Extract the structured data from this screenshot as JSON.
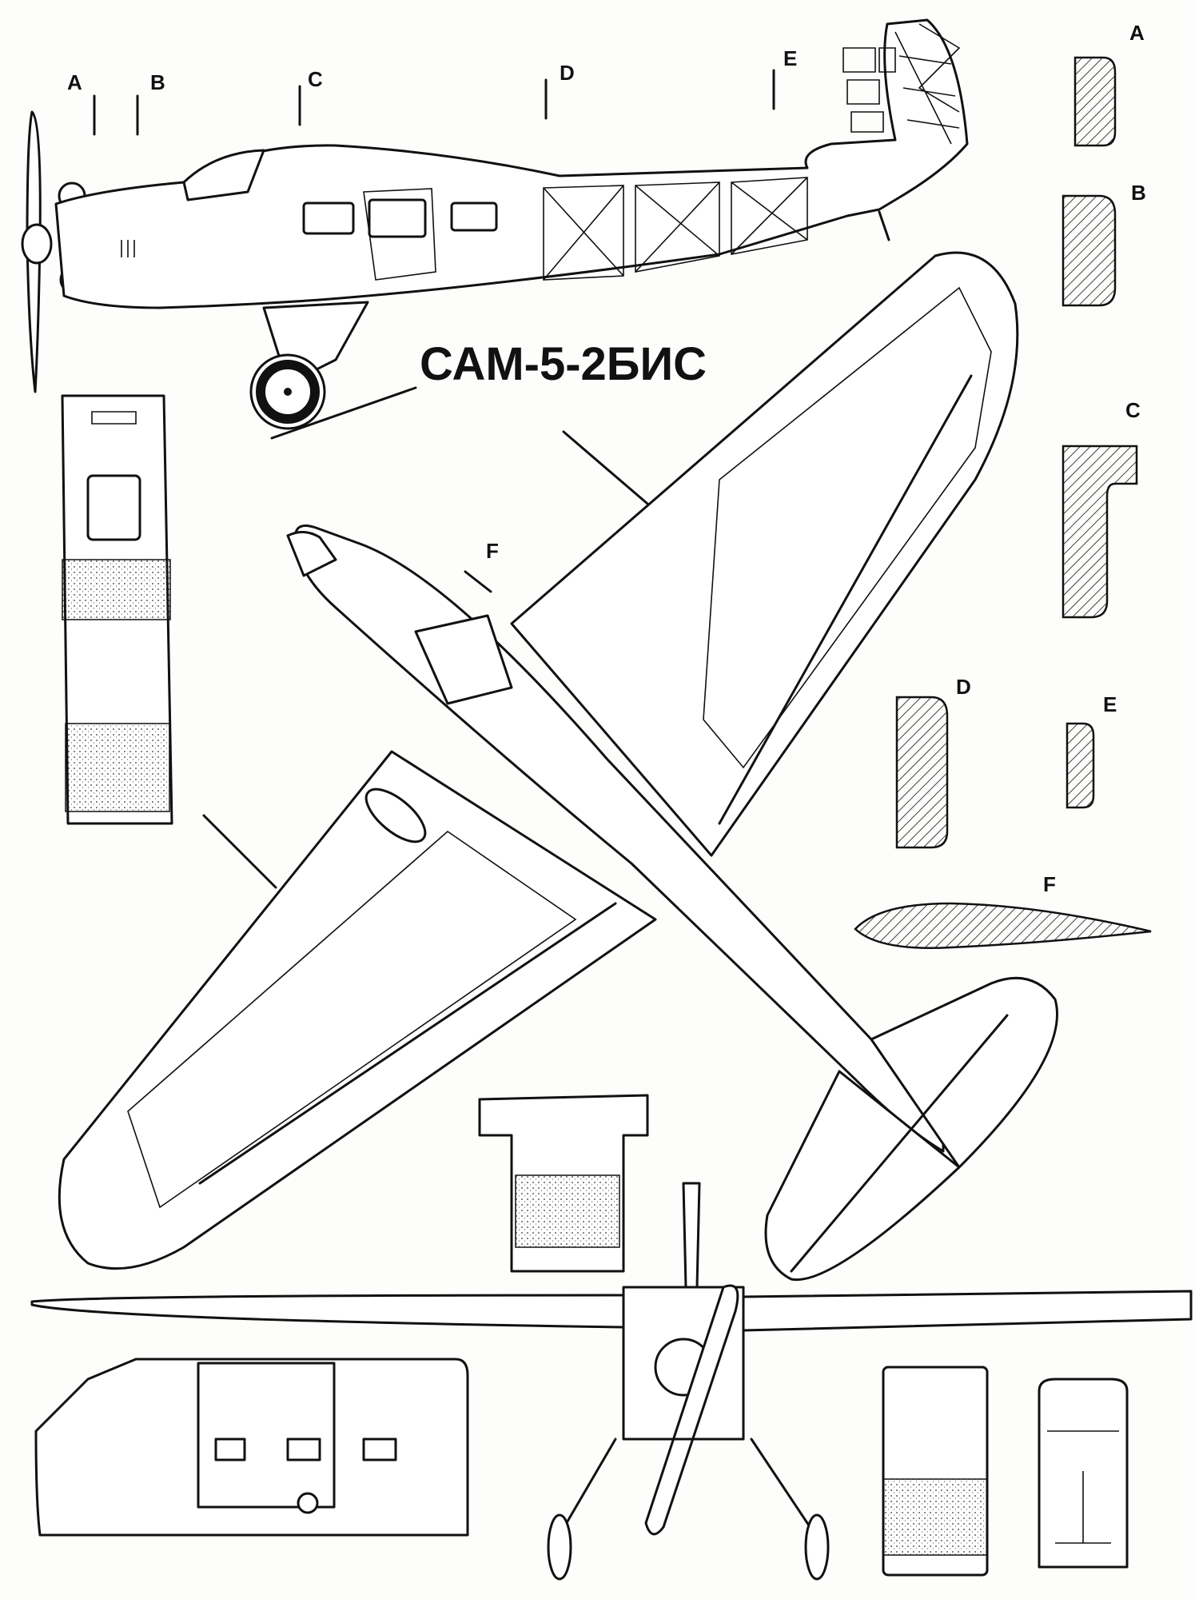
{
  "title": "САМ-5-2БИС",
  "station_labels": {
    "A": "A",
    "B": "B",
    "C": "C",
    "D": "D",
    "E": "E",
    "F": "F"
  },
  "section_labels": {
    "A": "A",
    "B": "B",
    "C": "C",
    "D": "D",
    "E": "E",
    "F": "F"
  },
  "colors": {
    "ink": "#111111",
    "paper": "#fdfdfb"
  }
}
